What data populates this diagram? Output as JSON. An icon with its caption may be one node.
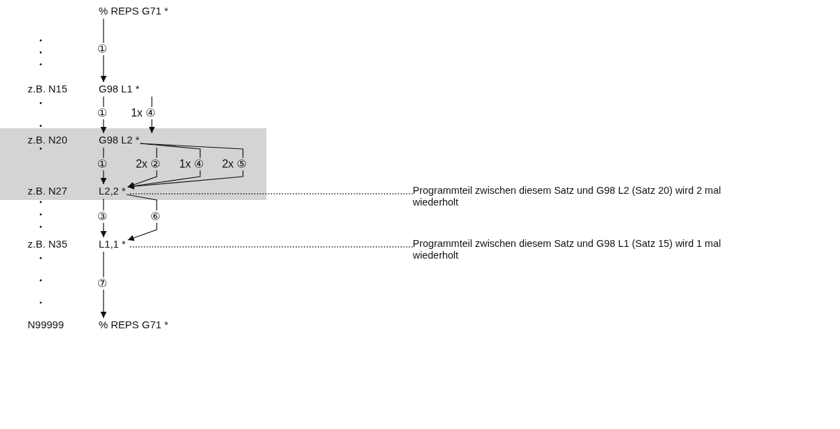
{
  "diagram": {
    "nodes": [
      {
        "text": [
          "% REPS G71 *"
        ]
      },
      {
        "text": [
          "G98 L1 *"
        ],
        "beside": [
          "z.B. N15"
        ]
      },
      {
        "text": [
          "G98 L2 *"
        ],
        "beside": [
          "z.B. N20"
        ]
      },
      {
        "text": [
          "L2,2 *"
        ],
        "beside": [
          "z.B. N27"
        ]
      },
      {
        "text": [
          "L1,1 *"
        ],
        "beside": [
          "z.B. N35"
        ]
      },
      {
        "text": [
          "% REPS G71 *"
        ],
        "beside": [
          "N99999"
        ]
      },
      {
        "text": [
          "Programmteil zwischen diesem Satz und G98 L2 (Satz 20) wird 2 mal wiederholt"
        ]
      },
      {
        "text": [
          "Programmteil zwischen diesem Satz und G98 L1 (Satz 15) wird 1 mal wiederholt"
        ]
      }
    ],
    "edges": [
      {
        "from": 0,
        "to": 1,
        "arrow": "to",
        "label": "①"
      },
      {
        "from": 1,
        "to": 2,
        "arrow": "to",
        "label": "①"
      },
      {
        "from": 1,
        "to": 2,
        "arrow": "to",
        "label": "1x ④"
      },
      {
        "from": 2,
        "to": 3,
        "arrow": "to",
        "label": "①"
      },
      {
        "from": 2,
        "to": 3,
        "arrow": "to",
        "label": "2x ②"
      },
      {
        "from": 2,
        "to": 3,
        "arrow": "to",
        "label": "1x ④"
      },
      {
        "from": 2,
        "to": 3,
        "arrow": "to",
        "label": "2x ⑤"
      },
      {
        "from": 3,
        "to": 4,
        "arrow": "to",
        "label": "③"
      },
      {
        "from": 3,
        "to": 4,
        "arrow": "to",
        "label": "⑥"
      },
      {
        "from": 4,
        "to": 5,
        "arrow": "to",
        "label": "⑦"
      },
      {
        "from": 6,
        "to": 3,
        "arrow": "none",
        "style": "dashed"
      },
      {
        "from": 7,
        "to": 4,
        "arrow": "none",
        "style": "dashed"
      }
    ]
  }
}
